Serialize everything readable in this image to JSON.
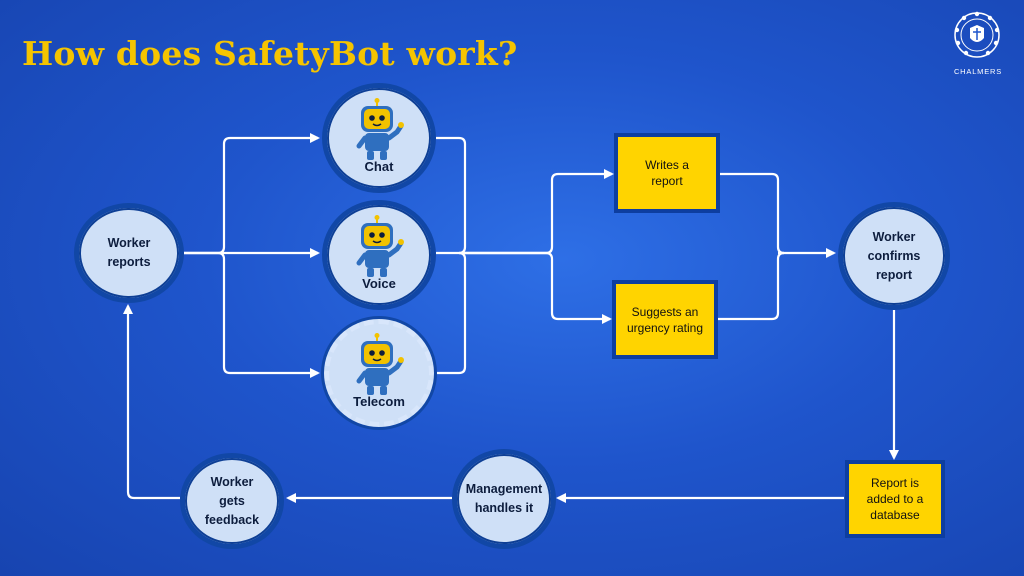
{
  "title": "How does SafetyBot work?",
  "logo": {
    "text": "CHALMERS"
  },
  "nodes": {
    "worker_reports": "Worker reports",
    "chat": "Chat",
    "voice": "Voice",
    "telecom": "Telecom",
    "writes_report": "Writes a report",
    "suggests_rating": "Suggests an urgency rating",
    "worker_confirms": "Worker confirms report",
    "report_database": "Report is added to a database",
    "management": "Management handles it",
    "worker_feedback": "Worker gets feedback"
  },
  "colors": {
    "background": "#1f55cc",
    "title": "#f5c400",
    "node_fill": "#cfe0f7",
    "node_border": "#1147a6",
    "box_fill": "#ffd400",
    "arrow": "#ffffff",
    "bot_body": "#2f6fbf",
    "bot_face": "#f2c200"
  },
  "icons": [
    "robot-icon",
    "university-seal-icon"
  ]
}
